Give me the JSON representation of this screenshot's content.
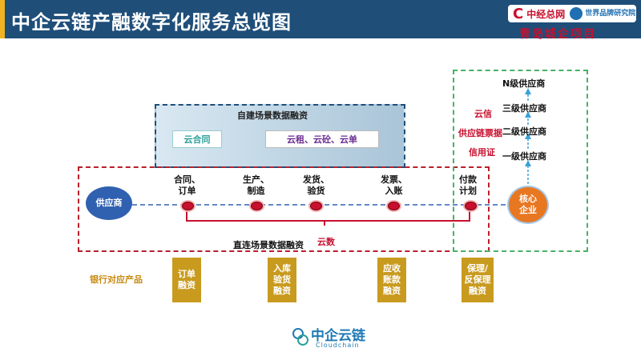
{
  "header": {
    "title": "中企云链产融数字化服务总览图",
    "brand_logo_text": "中经总网",
    "brand_logo_text2": "世界品牌研究院",
    "slogan": "青岛城企项目",
    "color_bg": "#1f4e79",
    "color_accent": "#f0b323"
  },
  "diagram": {
    "scene_box_title": "自建场景数据融资",
    "tag_contract": "云合同",
    "tag_group": "云租、云砼、云单",
    "supplier": "供应商",
    "core_enterprise": "核心\n企业",
    "stages": [
      {
        "label": "合同、\n订单"
      },
      {
        "label": "生产、\n制造"
      },
      {
        "label": "发货、\n验货"
      },
      {
        "label": "发票、\n入账"
      },
      {
        "label": "付款\n计划"
      }
    ],
    "direct_caption": "直连场景数据融资",
    "cloud_data": "云数",
    "tiers": [
      "N级供应商",
      "三级供应商",
      "二级供应商",
      "一级供应商"
    ],
    "cloud_products": [
      "云信",
      "供应链票据",
      "信用证"
    ],
    "bank_label": "银行对应产品",
    "products": [
      {
        "label": "订单\n融资"
      },
      {
        "label": "入库\n验货\n融资"
      },
      {
        "label": "应收\n账款\n融资"
      },
      {
        "label": "保理/\n反保理\n融资"
      }
    ],
    "colors": {
      "red": "#c8102e",
      "blue": "#3060b0",
      "orange": "#e87722",
      "green": "#48b265",
      "gold": "#c89a1e"
    }
  },
  "footer": {
    "logo_text": "中企云链",
    "logo_sub": "Cloudchain"
  }
}
